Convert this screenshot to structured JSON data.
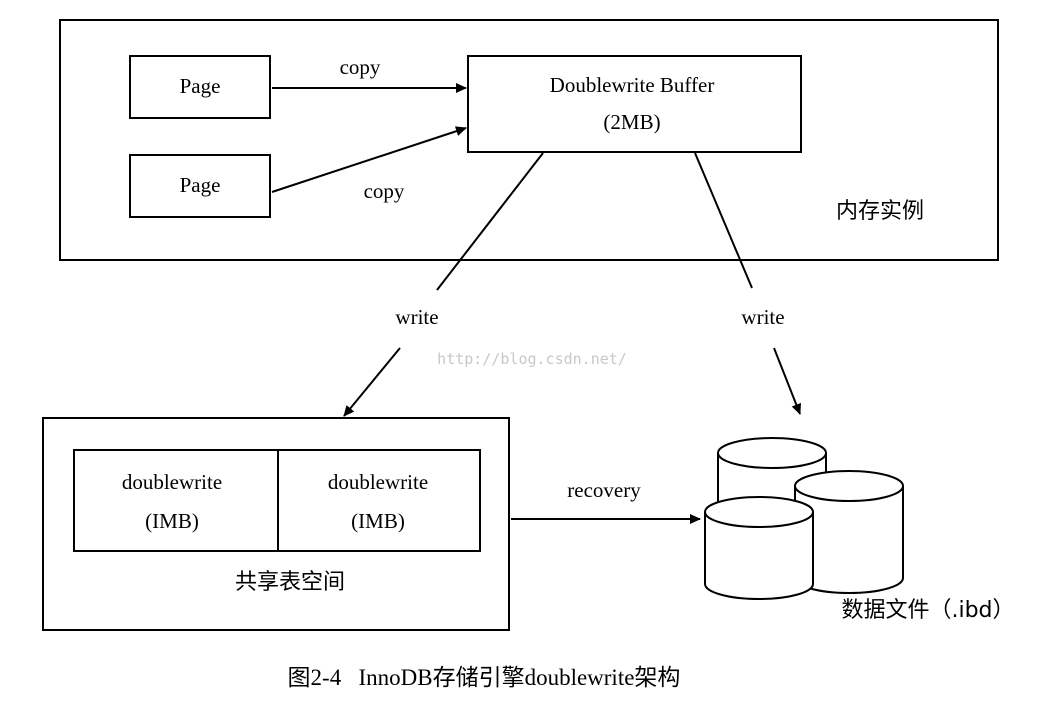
{
  "memory": {
    "label": "内存实例",
    "page1": "Page",
    "page2": "Page",
    "copy1": "copy",
    "copy2": "copy",
    "buffer_title": "Doublewrite Buffer",
    "buffer_size": "(2MB)"
  },
  "flow": {
    "write_left": "write",
    "write_right": "write",
    "recovery": "recovery"
  },
  "shared": {
    "label": "共享表空间",
    "cell1_title": "doublewrite",
    "cell1_size": "(IMB)",
    "cell2_title": "doublewrite",
    "cell2_size": "(IMB)"
  },
  "datafiles": {
    "label": "数据文件（.ibd）"
  },
  "watermark": "http://blog.csdn.net/",
  "caption": "图2-4   InnoDB存储引擎doublewrite架构"
}
